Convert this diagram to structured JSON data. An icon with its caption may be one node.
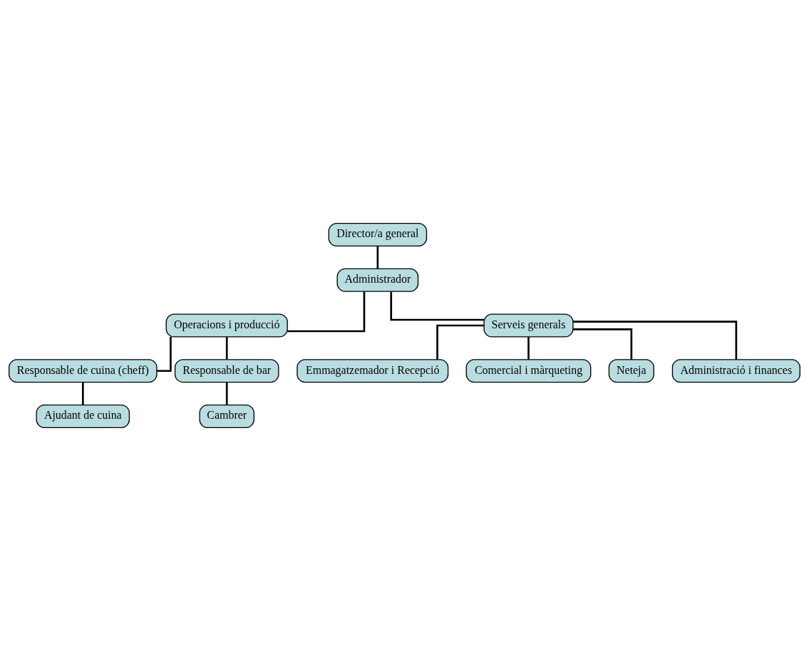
{
  "diagram": {
    "nodes": [
      {
        "text": [
          "Director/a general"
        ]
      },
      {
        "text": [
          "Administrador"
        ]
      },
      {
        "text": [
          "Operacions i producció"
        ]
      },
      {
        "text": [
          "Serveis generals"
        ]
      },
      {
        "text": [
          "Responsable de cuina (cheff)"
        ]
      },
      {
        "text": [
          "Responsable de bar"
        ]
      },
      {
        "text": [
          "Ajudant de cuina"
        ]
      },
      {
        "text": [
          "Cambrer"
        ]
      },
      {
        "text": [
          "Emmagatzemador i Recepció"
        ]
      },
      {
        "text": [
          "Comercial i màrqueting"
        ]
      },
      {
        "text": [
          "Neteja"
        ]
      },
      {
        "text": [
          "Administració i finances"
        ]
      }
    ],
    "edges": [
      {
        "from": 0,
        "to": 1,
        "arrow": "none"
      },
      {
        "from": 1,
        "to": 2,
        "arrow": "none"
      },
      {
        "from": 1,
        "to": 3,
        "arrow": "none"
      },
      {
        "from": 2,
        "to": 4,
        "arrow": "none"
      },
      {
        "from": 2,
        "to": 5,
        "arrow": "none"
      },
      {
        "from": 4,
        "to": 6,
        "arrow": "none"
      },
      {
        "from": 5,
        "to": 7,
        "arrow": "none"
      },
      {
        "from": 3,
        "to": 8,
        "arrow": "none"
      },
      {
        "from": 3,
        "to": 9,
        "arrow": "none"
      },
      {
        "from": 3,
        "to": 10,
        "arrow": "none"
      },
      {
        "from": 3,
        "to": 11,
        "arrow": "none"
      }
    ]
  }
}
